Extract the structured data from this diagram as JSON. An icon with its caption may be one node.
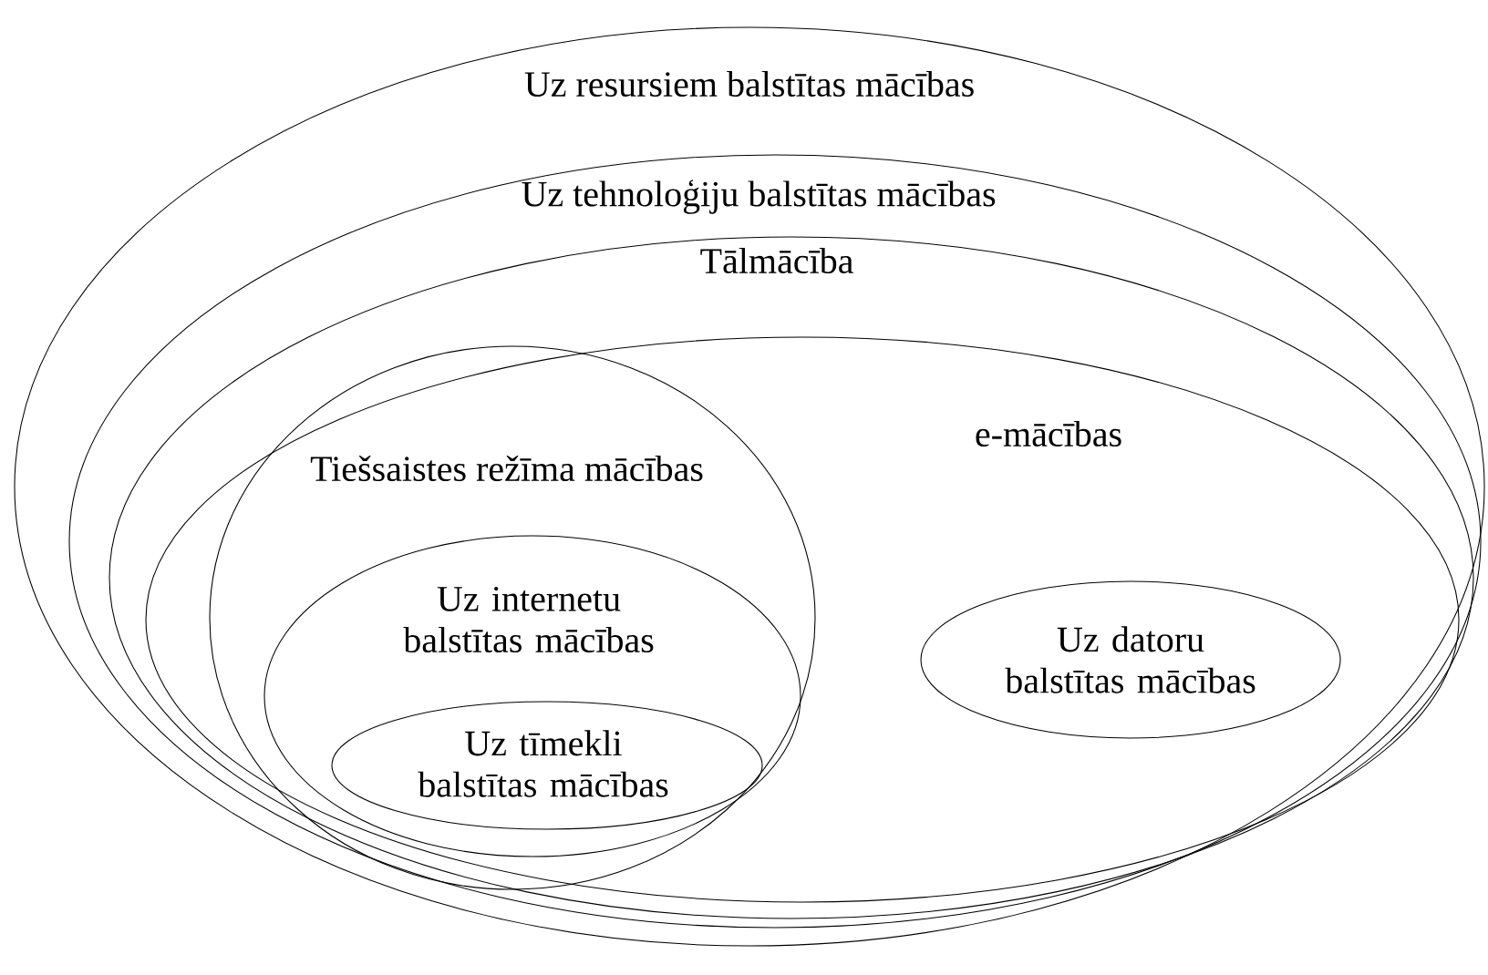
{
  "diagram": {
    "nodes": [
      {
        "text": [
          "Uz resursiem balstītas mācības"
        ]
      },
      {
        "text": [
          "Uz tehnoloģiju balstītas mācības"
        ],
        "in": 0
      },
      {
        "text": [
          "Tālmācība"
        ],
        "in": 1
      },
      {
        "text": [
          "e-mācības"
        ],
        "in": 2
      },
      {
        "text": [
          "Tiešsaistes režīma mācības"
        ],
        "in": 3
      },
      {
        "text": [
          "Uz internetu balstītas mācības"
        ],
        "in": 4
      },
      {
        "text": [
          "Uz tīmekli balstītas mācības"
        ],
        "in": 5
      },
      {
        "text": [
          "Uz datoru balstītas mācības"
        ],
        "in": 3
      }
    ]
  }
}
